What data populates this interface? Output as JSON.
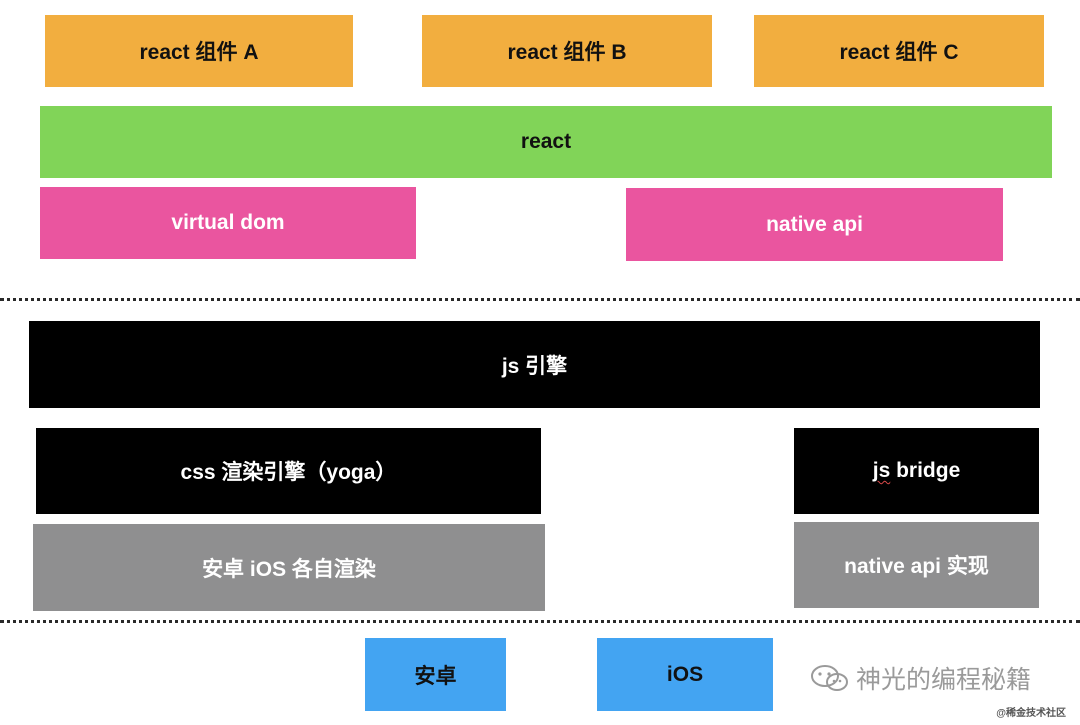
{
  "layer_react": {
    "components": [
      "react 组件 A",
      "react 组件 B",
      "react 组件 C"
    ],
    "react": "react",
    "virtual_dom": "virtual dom",
    "native_api": "native api"
  },
  "layer_engine": {
    "js_engine": "js 引擎",
    "css_engine": "css 渲染引擎（yoga）",
    "js_bridge_prefix": "js",
    "js_bridge_suffix": " bridge",
    "render": "安卓 iOS 各自渲染",
    "native_impl": "native api 实现"
  },
  "layer_platform": {
    "android": "安卓",
    "ios": "iOS"
  },
  "watermark": {
    "text": "神光的编程秘籍",
    "icon": "wechat-icon",
    "credit": "@稀金技术社区"
  },
  "colors": {
    "orange": "#f2ae3f",
    "green": "#81d458",
    "pink": "#ea559f",
    "black": "#000000",
    "gray": "#8f8f90",
    "blue": "#43a4f2"
  }
}
